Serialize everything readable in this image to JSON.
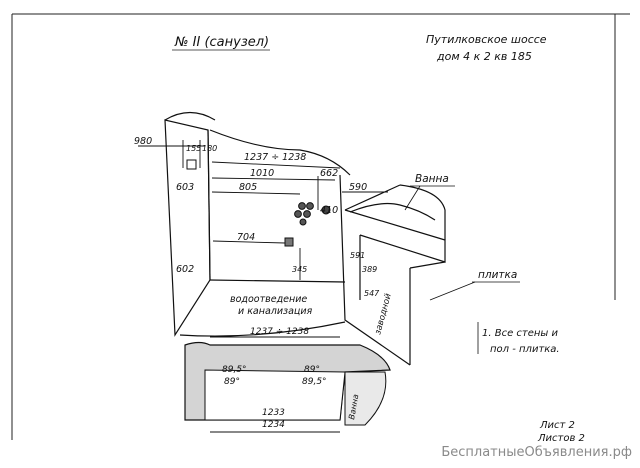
{
  "sheet": {
    "title": "№ II (санузел)",
    "address_line1": "Путилковское шоссе",
    "address_line2": "дом 4 к 2 кв 185",
    "sheet_no": "Лист 2",
    "sheets_total": "Листов 2"
  },
  "labels": {
    "bath": "Ванна",
    "tile": "плитка",
    "water_supply_1": "водоотведение",
    "water_supply_2": "и канализация",
    "bath_short": "Ванна",
    "closed_label": "заводной"
  },
  "note": {
    "line1": "1. Все стены и",
    "line2": "пол - плитка."
  },
  "dimensions": {
    "height_left": "980",
    "w_1237_1238_top": "1237 ÷ 1238",
    "d_1010": "1010",
    "d_662": "662",
    "d_805": "805",
    "d_590": "590",
    "d_410": "410",
    "d_704": "704",
    "d_603": "603",
    "d_155": "155",
    "d_180": "180",
    "d_345": "345",
    "d_602": "602",
    "d_591": "591",
    "d_389": "389",
    "d_547": "547",
    "plan_top": "1237 ÷ 1238",
    "angle_tl1": "89,5°",
    "angle_tl2": "89°",
    "angle_tr1": "89°",
    "angle_tr2": "89,5°",
    "plan_bottom1": "1233",
    "plan_bottom2": "1234"
  },
  "watermark": "БесплатныеОбъявления.рф"
}
